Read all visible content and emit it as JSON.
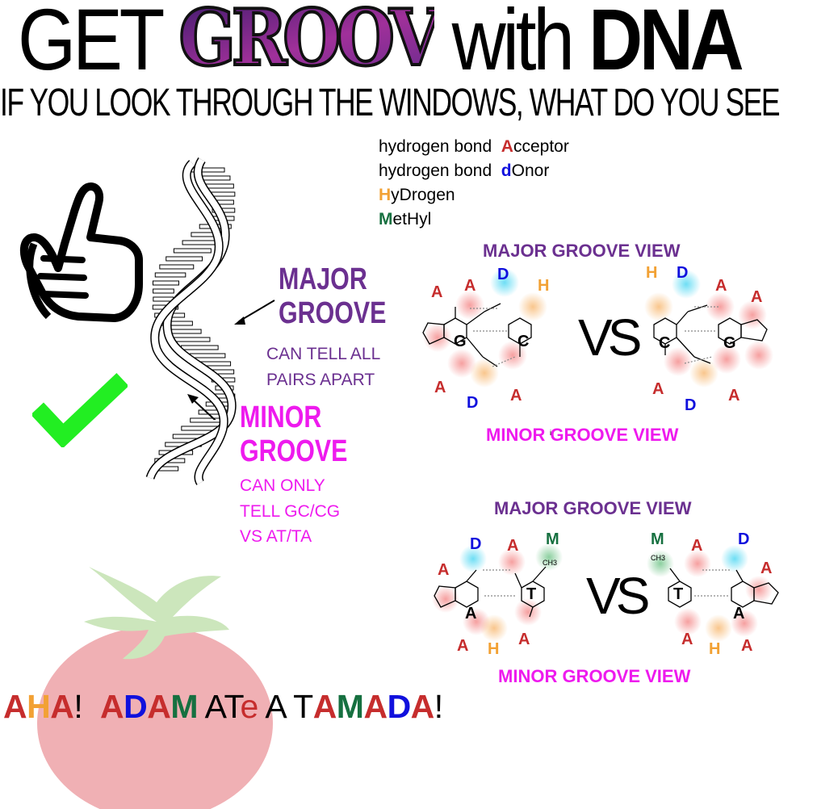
{
  "title": {
    "get": "GET",
    "groovy": "GROOVY",
    "with": "with",
    "dna": "DNA"
  },
  "subtitle": "IF YOU LOOK THROUGH THE WINDOWS, WHAT DO YOU SEE",
  "legend": {
    "acceptor": {
      "prefix": "hydrogen bond",
      "letter": "A",
      "rest": "cceptor",
      "color": "#c62d2d"
    },
    "donor": {
      "prefix": "hydrogen bond",
      "letter": "d",
      "rest": "Onor",
      "color": "#1010dd"
    },
    "hydrogen": {
      "letter": "H",
      "rest": "yDrogen",
      "color": "#f2a134"
    },
    "methyl": {
      "letter": "M",
      "rest": "etHyl",
      "color": "#167040"
    }
  },
  "labels": {
    "major_groove": [
      "MAJOR",
      "GROOVE"
    ],
    "major_desc": [
      "CAN TELL ALL",
      "PAIRS APART"
    ],
    "minor_groove": [
      "MINOR",
      "GROOVE"
    ],
    "minor_desc": [
      "CAN ONLY",
      "TELL GC/CG",
      "VS AT/TA"
    ]
  },
  "gc_panel": {
    "major_view": "MAJOR GROOVE VIEW",
    "minor_view": "MINOR GROOVE VIEW",
    "minor_mark": "i",
    "vs": "VS",
    "left": {
      "bases": [
        "G",
        "C"
      ],
      "top_letters": [
        "A",
        "A",
        "D",
        "H"
      ],
      "bottom_letters": [
        "A",
        "D",
        "A"
      ]
    },
    "right": {
      "bases": [
        "C",
        "G"
      ],
      "top_letters": [
        "H",
        "D",
        "A",
        "A"
      ],
      "bottom_letters": [
        "A",
        "D",
        "A"
      ]
    }
  },
  "at_panel": {
    "major_view": "MAJOR GROOVE VIEW",
    "minor_view": "MINOR GROOVE VIEW",
    "vs": "VS",
    "left": {
      "bases": [
        "A",
        "T"
      ],
      "ch3": "CH3",
      "top_letters": [
        "D",
        "A",
        "M",
        "A"
      ],
      "bottom_letters": [
        "A",
        "H",
        "A"
      ]
    },
    "right": {
      "bases": [
        "T",
        "A"
      ],
      "ch3": "CH3",
      "top_letters": [
        "M",
        "A",
        "D",
        "A"
      ],
      "bottom_letters": [
        "A",
        "H",
        "A"
      ]
    }
  },
  "aha": [
    {
      "t": "A",
      "c": "#c62d2d",
      "b": true
    },
    {
      "t": "H",
      "c": "#f2a134",
      "b": true
    },
    {
      "t": "A",
      "c": "#c62d2d",
      "b": true
    },
    {
      "t": "!  ",
      "c": "#000",
      "b": false
    },
    {
      "t": "A",
      "c": "#c62d2d",
      "b": true
    },
    {
      "t": "D",
      "c": "#1010dd",
      "b": true
    },
    {
      "t": "A",
      "c": "#c62d2d",
      "b": true
    },
    {
      "t": "M",
      "c": "#167040",
      "b": true
    },
    {
      "t": " ",
      "c": "#000",
      "b": false
    },
    {
      "t": "AT",
      "c": "#000",
      "b": false
    },
    {
      "t": "e",
      "c": "#c62d2d",
      "b": false
    },
    {
      "t": " A T",
      "c": "#000",
      "b": false
    },
    {
      "t": "A",
      "c": "#c62d2d",
      "b": true
    },
    {
      "t": "M",
      "c": "#167040",
      "b": true
    },
    {
      "t": "A",
      "c": "#c62d2d",
      "b": true
    },
    {
      "t": "D",
      "c": "#1010dd",
      "b": true
    },
    {
      "t": "A",
      "c": "#c62d2d",
      "b": true
    },
    {
      "t": "!",
      "c": "#000",
      "b": false
    }
  ],
  "colors": {
    "acceptor": "#c62d2d",
    "donor": "#1010dd",
    "hydrogen": "#f2a134",
    "methyl": "#167040",
    "purple": "#6b3090",
    "magenta": "#ee1aee",
    "check": "#22ee22",
    "tomato": "#f0b0b4"
  }
}
